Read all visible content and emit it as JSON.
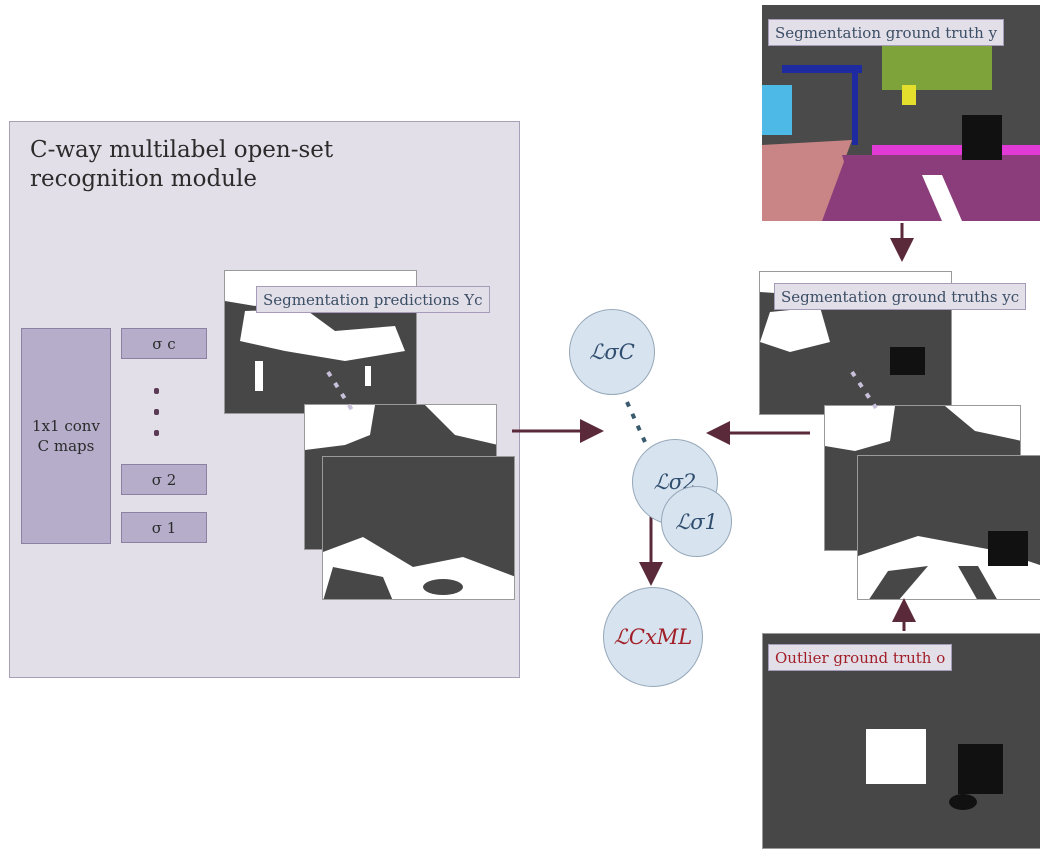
{
  "module": {
    "title": "C-way multilabel open-set recognition module",
    "conv_line1": "1x1 conv",
    "conv_line2": "C maps",
    "sigma_c": "σ c",
    "sigma_2": "σ 2",
    "sigma_1": "σ 1"
  },
  "labels": {
    "seg_predictions": "Segmentation predictions Yc",
    "seg_gt_y": "Segmentation ground truth y",
    "seg_gts_yc": "Segmentation ground truths yc",
    "outlier_gt": "Outlier ground truth o"
  },
  "losses": {
    "sigma_c": "ℒσC",
    "sigma_2": "ℒσ2",
    "sigma_1": "ℒσ1",
    "cxml": "ℒCxML"
  },
  "colors": {
    "module_bg": "#e3dfe9",
    "conv_bg": "#b5adc9",
    "arrow": "#5a2a3a",
    "loss_bg": "#d7e3ee",
    "loss_text": "#2f4d6e",
    "accent_red": "#a11f27",
    "mask_dark": "#474747",
    "mask_white": "#ffffff"
  }
}
